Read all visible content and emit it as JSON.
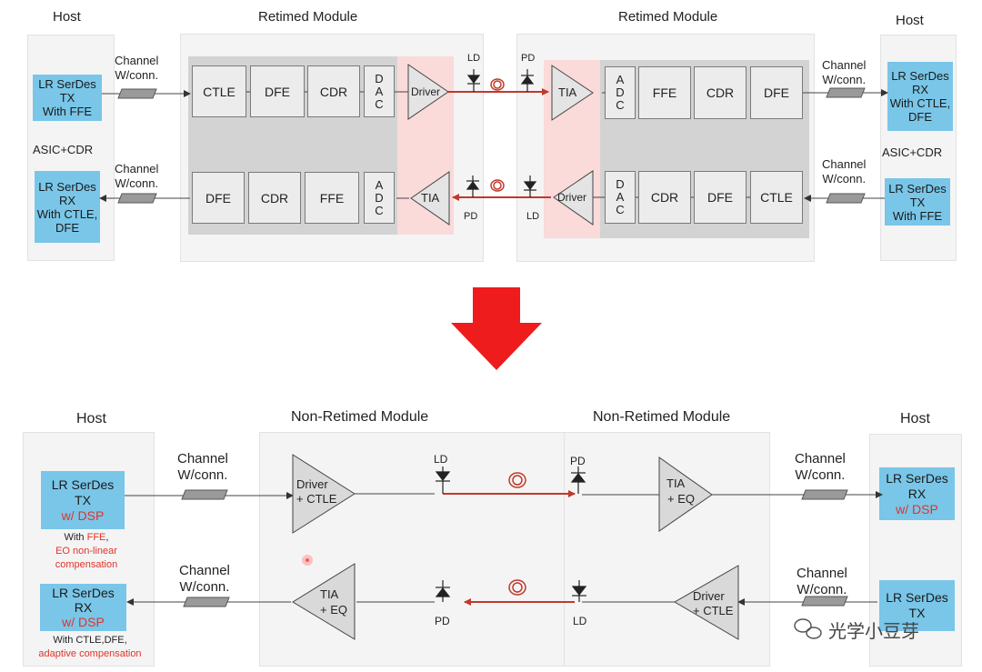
{
  "top": {
    "host_left": "Host",
    "host_right": "Host",
    "module_left_title": "Retimed Module",
    "module_right_title": "Retimed Module",
    "asic_left": "ASIC+CDR",
    "asic_right": "ASIC+CDR",
    "tx_left": [
      "LR SerDes",
      "TX",
      "With FFE"
    ],
    "rx_left": [
      "LR SerDes",
      "RX",
      "With CTLE,",
      "DFE"
    ],
    "rx_right": [
      "LR SerDes",
      "RX",
      "With CTLE,",
      "DFE"
    ],
    "tx_right": [
      "LR SerDes",
      "TX",
      "With FFE"
    ],
    "channel": [
      "Channel",
      "W/conn."
    ],
    "left_module_top_row": [
      "CTLE",
      "DFE",
      "CDR"
    ],
    "left_module_bottom_row": [
      "DFE",
      "CDR",
      "FFE"
    ],
    "right_module_top_row": [
      "FFE",
      "CDR",
      "DFE"
    ],
    "right_module_bottom_row": [
      "CDR",
      "DFE",
      "CTLE"
    ],
    "dac": [
      "D",
      "A",
      "C"
    ],
    "adc": [
      "A",
      "D",
      "C"
    ],
    "driver": "Driver",
    "tia": "TIA",
    "ld": "LD",
    "pd": "PD"
  },
  "bottom": {
    "host_left": "Host",
    "host_right": "Host",
    "module_left_title": "Non-Retimed Module",
    "module_right_title": "Non-Retimed Module",
    "tx_left": [
      "LR SerDes",
      "TX",
      "w/ DSP"
    ],
    "tx_left_note": {
      "prefix": "With ",
      "highlight": "FFE",
      "suffix": ",",
      "line2": "EO non-linear",
      "line3": "compensation"
    },
    "rx_left": [
      "LR SerDes",
      "RX",
      "w/ DSP"
    ],
    "rx_left_note": {
      "line1": "With CTLE,DFE,",
      "line2": "adaptive compensation"
    },
    "rx_right": [
      "LR SerDes",
      "RX",
      "w/ DSP"
    ],
    "tx_right": [
      "LR SerDes",
      "TX"
    ],
    "channel": [
      "Channel",
      "W/conn."
    ],
    "driver_ctle": [
      "Driver",
      "+ CTLE"
    ],
    "tia_eq": [
      "TIA",
      "+ EQ"
    ],
    "ld": "LD",
    "pd": "PD"
  },
  "watermark": "光学小豆芽",
  "colors": {
    "accent_red": "#e0342a",
    "fiber": "#c0392b",
    "serdes_blue": "#79c6e8"
  }
}
